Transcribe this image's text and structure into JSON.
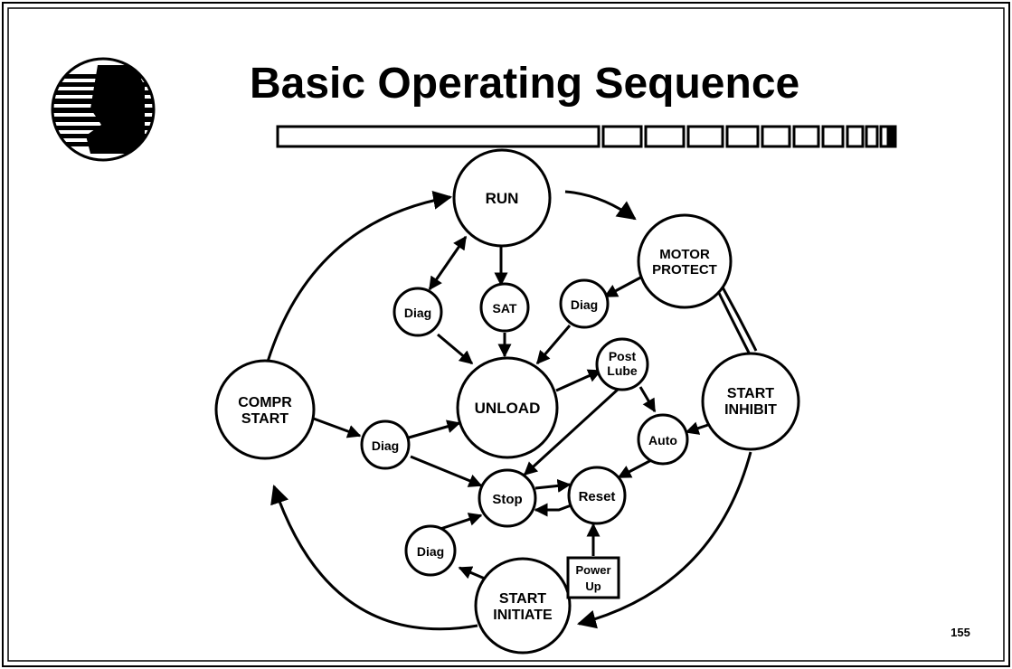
{
  "slide": {
    "title": "Basic Operating Sequence",
    "page_number": "155",
    "logo_icon": "company-logo-icon"
  },
  "nodes": {
    "run": "RUN",
    "motor_protect": [
      "MOTOR",
      "PROTECT"
    ],
    "diag_left": "Diag",
    "sat": "SAT",
    "diag_right": "Diag",
    "post_lube": [
      "Post",
      "Lube"
    ],
    "compr_start": [
      "COMPR",
      "START"
    ],
    "unload": "UNLOAD",
    "start_inhibit": [
      "START",
      "INHIBIT"
    ],
    "diag_mid": "Diag",
    "auto": "Auto",
    "stop": "Stop",
    "reset": "Reset",
    "diag_bottom": "Diag",
    "start_initiate": [
      "START",
      "INITIATE"
    ],
    "power_up": [
      "Power",
      "Up"
    ]
  },
  "colors": {
    "ink": "#000000",
    "background": "#ffffff"
  }
}
